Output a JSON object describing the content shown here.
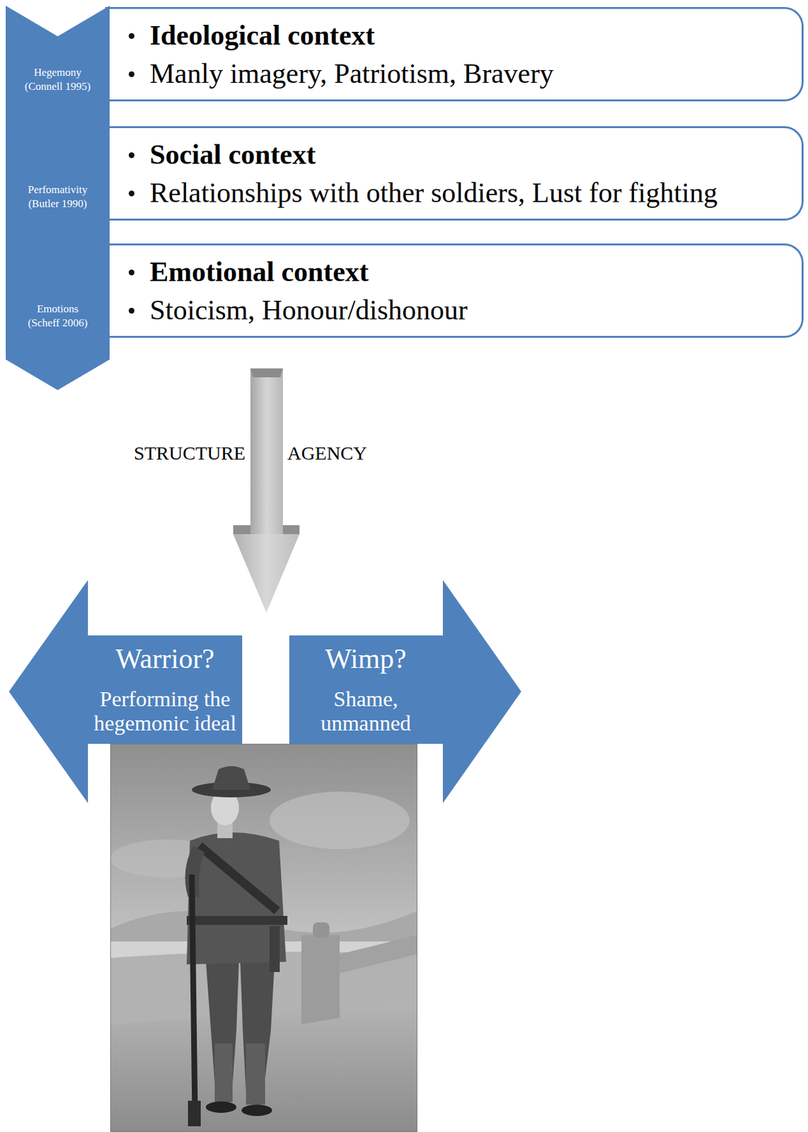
{
  "diagram": {
    "nodes": [
      {
        "text": [
          "Hegemony (Connell 1995)"
        ]
      },
      {
        "text": [
          "Ideological context",
          "Manly imagery, Patriotism, Bravery"
        ]
      },
      {
        "text": [
          "Perfomativity (Butler 1990)"
        ]
      },
      {
        "text": [
          "Social context",
          "Relationships with other soldiers, Lust for fighting"
        ]
      },
      {
        "text": [
          "Emotions (Scheff 2006)"
        ]
      },
      {
        "text": [
          "Emotional context",
          "Stoicism, Honour/dishonour"
        ]
      },
      {
        "text": [
          "Warrior?",
          "Performing the hegemonic ideal"
        ]
      },
      {
        "text": [
          "Wimp?",
          "Shame, unmanned"
        ]
      }
    ],
    "labels": [
      "STRUCTURE",
      "AGENCY"
    ]
  }
}
